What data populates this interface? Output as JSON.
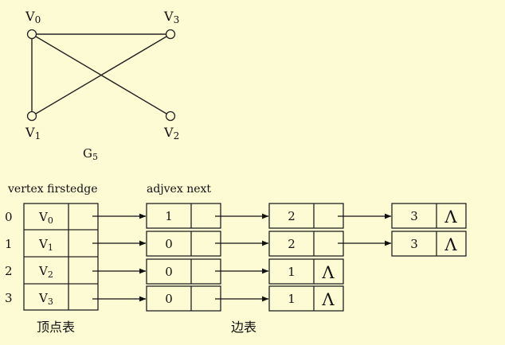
{
  "graph": {
    "name": "G",
    "name_sub": "5",
    "vertices": [
      {
        "letter": "V",
        "index": "0"
      },
      {
        "letter": "V",
        "index": "3"
      },
      {
        "letter": "V",
        "index": "1"
      },
      {
        "letter": "V",
        "index": "2"
      }
    ],
    "edges": [
      [
        "V0",
        "V3"
      ],
      [
        "V0",
        "V1"
      ],
      [
        "V0",
        "V2"
      ],
      [
        "V1",
        "V3"
      ]
    ]
  },
  "headers": {
    "vertex_table": "vertex firstedge",
    "edge_table": "adjvex next"
  },
  "rows": [
    {
      "index": "0",
      "vertex_letter": "V",
      "vertex_sub": "0",
      "edges": [
        "1",
        "2",
        "3"
      ]
    },
    {
      "index": "1",
      "vertex_letter": "V",
      "vertex_sub": "1",
      "edges": [
        "0",
        "2",
        "3"
      ]
    },
    {
      "index": "2",
      "vertex_letter": "V",
      "vertex_sub": "2",
      "edges": [
        "0",
        "1"
      ]
    },
    {
      "index": "3",
      "vertex_letter": "V",
      "vertex_sub": "3",
      "edges": [
        "0",
        "1"
      ]
    }
  ],
  "null_symbol": "Λ",
  "captions": {
    "vertex_table": "顶点表",
    "edge_table": "边表"
  }
}
